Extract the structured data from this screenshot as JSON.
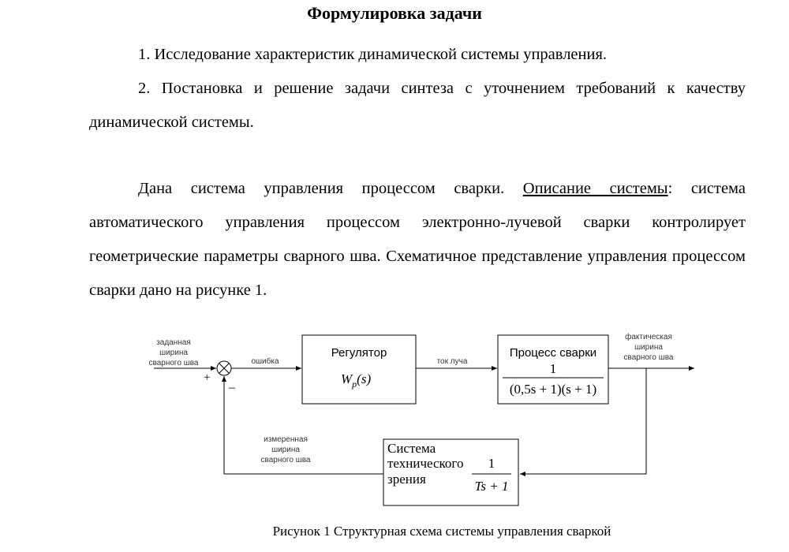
{
  "title": "Формулировка задачи",
  "items": [
    "1. Исследование характеристик динамической системы управления.",
    "2. Постановка и решение задачи синтеза с уточнением требований к качеству динамической системы."
  ],
  "paragraph": {
    "before": "Дана система управления процессом сварки. ",
    "link": "Описание системы",
    "after": ": система автоматического управления процессом электронно-лучевой сварки контролирует геометрические параметры сварного шва. Схематичное представление управления процессом сварки дано на рисунке 1."
  },
  "diagram": {
    "input_label": [
      "заданная",
      "ширина",
      "сварного шва"
    ],
    "plus": "+",
    "minus": "–",
    "error_label": "ошибка",
    "regulator": {
      "title": "Регулятор",
      "tf_main": "W",
      "tf_sub": "p",
      "tf_arg": "(s)"
    },
    "beam_label": "ток луча",
    "process": {
      "title": "Процесс сварки",
      "num": "1",
      "den": "(0,5s + 1)(s + 1)"
    },
    "output_label": [
      "фактическая",
      "ширина",
      "сварного шва"
    ],
    "sensor": {
      "title": [
        "Система",
        "технического",
        "зрения"
      ],
      "num": "1",
      "den": "Ts + 1"
    },
    "feedback_label": [
      "измеренная",
      "ширина",
      "сварного шва"
    ]
  },
  "caption": "Рисунок 1 Структурная схема системы управления сваркой"
}
